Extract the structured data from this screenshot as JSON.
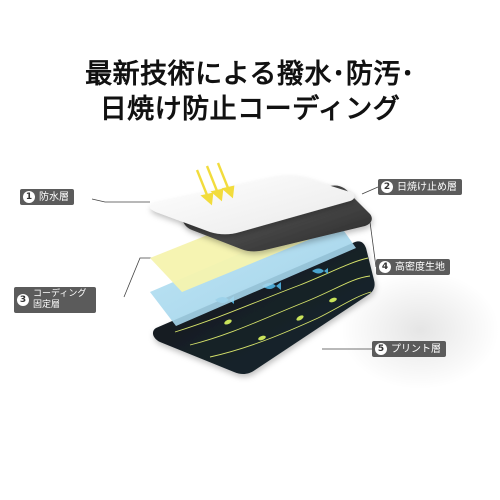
{
  "title": {
    "line1": "最新技術による撥水･防汚･",
    "line2": "日焼け防止コーディング"
  },
  "layers": [
    {
      "number": "1",
      "label": "防水層"
    },
    {
      "number": "2",
      "label": "日焼け止め層"
    },
    {
      "number": "3",
      "label": "コーディング 固定層"
    },
    {
      "number": "4",
      "label": "高密度生地"
    },
    {
      "number": "5",
      "label": "プリント層"
    }
  ],
  "colors": {
    "label_bg": "#5b5b5b",
    "sun_arrows": "#f2dc3c",
    "yellow_layer": "#f7f3a6",
    "blue_layer": "#a9d9ef",
    "print_layer": "#121c22",
    "fabric_layer": "#3a3a3a"
  },
  "icons": [
    "sun-ray-arrow-icon",
    "fish-icon",
    "leaf-icon"
  ]
}
